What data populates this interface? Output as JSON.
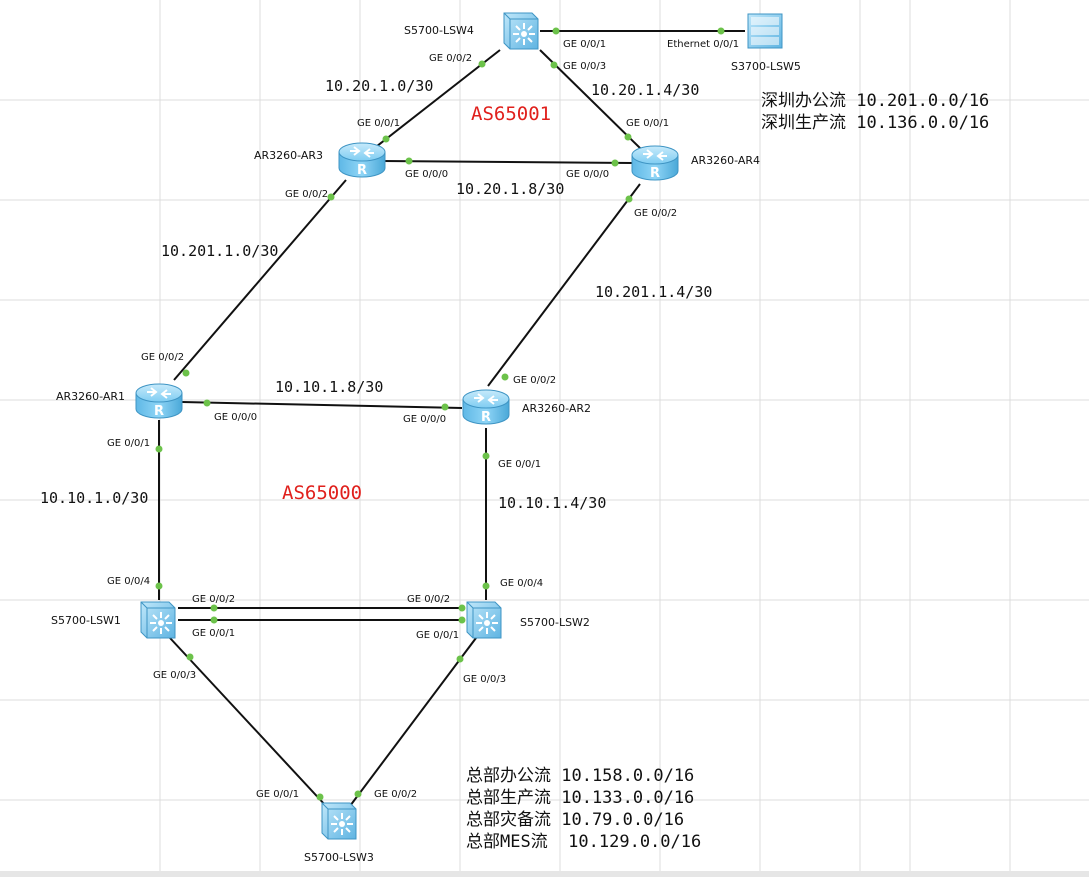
{
  "as_labels": {
    "as65001": "AS65001",
    "as65000": "AS65000"
  },
  "devices": {
    "lsw4": "S5700-LSW4",
    "lsw5": "S3700-LSW5",
    "ar3": "AR3260-AR3",
    "ar4": "AR3260-AR4",
    "ar1": "AR3260-AR1",
    "ar2": "AR3260-AR2",
    "lsw1": "S5700-LSW1",
    "lsw2": "S5700-LSW2",
    "lsw3": "S5700-LSW3"
  },
  "subnets": {
    "ar3_lsw4": "10.20.1.0/30",
    "lsw4_ar4": "10.20.1.4/30",
    "ar3_ar4": "10.20.1.8/30",
    "ar3_ar1": "10.201.1.0/30",
    "ar4_ar2": "10.201.1.4/30",
    "ar1_ar2": "10.10.1.8/30",
    "ar1_lsw1": "10.10.1.0/30",
    "ar2_lsw2": "10.10.1.4/30"
  },
  "ports": {
    "lsw4_g002": "GE 0/0/2",
    "lsw4_g001": "GE 0/0/1",
    "lsw4_g003": "GE 0/0/3",
    "lsw5_e001": "Ethernet 0/0/1",
    "ar3_g001": "GE 0/0/1",
    "ar3_g000": "GE 0/0/0",
    "ar3_g002": "GE 0/0/2",
    "ar4_g001": "GE 0/0/1",
    "ar4_g000": "GE 0/0/0",
    "ar4_g002": "GE 0/0/2",
    "ar1_g002": "GE 0/0/2",
    "ar1_g000": "GE 0/0/0",
    "ar1_g001": "GE 0/0/1",
    "ar2_g002": "GE 0/0/2",
    "ar2_g000": "GE 0/0/0",
    "ar2_g001": "GE 0/0/1",
    "lsw1_g004": "GE 0/0/4",
    "lsw1_g002": "GE 0/0/2",
    "lsw1_g001": "GE 0/0/1",
    "lsw1_g003": "GE 0/0/3",
    "lsw2_g002": "GE 0/0/2",
    "lsw2_g001": "GE 0/0/1",
    "lsw2_g004": "GE 0/0/4",
    "lsw2_g003": "GE 0/0/3",
    "lsw3_g001": "GE 0/0/1",
    "lsw3_g002": "GE 0/0/2"
  },
  "shenzhen_flows": [
    "深圳办公流 10.201.0.0/16",
    "深圳生产流 10.136.0.0/16"
  ],
  "hq_flows": [
    "总部办公流 10.158.0.0/16",
    "总部生产流 10.133.0.0/16",
    "总部灾备流 10.79.0.0/16",
    "总部MES流  10.129.0.0/16"
  ],
  "colors": {
    "as_label": "#e0201c",
    "port_dot": "#6cc24a",
    "device_fill": "#7ecbf0"
  }
}
